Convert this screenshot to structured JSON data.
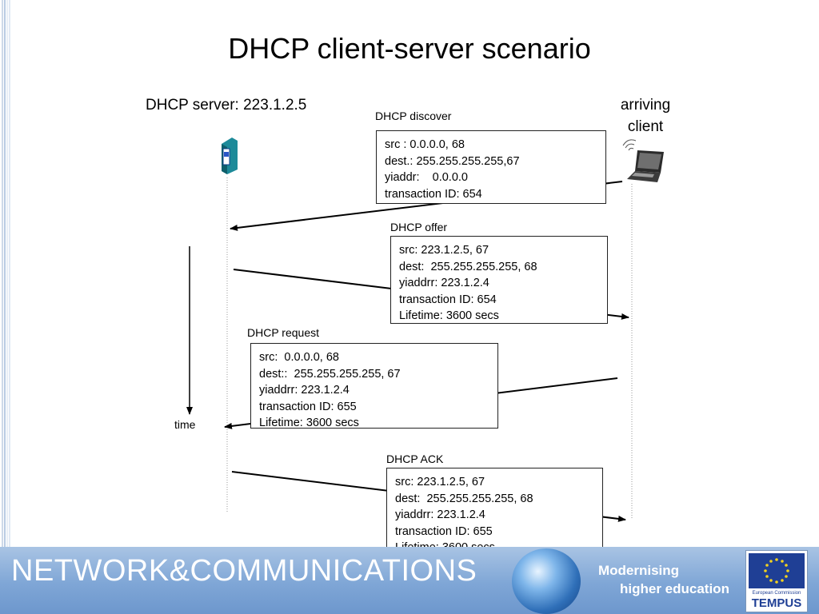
{
  "slide": {
    "title": "DHCP client-server scenario",
    "server_label": "DHCP server: 223.1.2.5",
    "client_label": "arriving client",
    "time_label": "time"
  },
  "messages": [
    {
      "name": "DHCP discover",
      "lines": [
        "src : 0.0.0.0, 68",
        "dest.: 255.255.255.255,67",
        "yiaddr:    0.0.0.0",
        "transaction ID: 654"
      ]
    },
    {
      "name": "DHCP offer",
      "lines": [
        "src: 223.1.2.5, 67",
        "dest:  255.255.255.255, 68",
        "yiaddrr: 223.1.2.4",
        "transaction ID: 654",
        "Lifetime: 3600 secs"
      ]
    },
    {
      "name": "DHCP request",
      "lines": [
        "src:  0.0.0.0, 68",
        "dest::  255.255.255.255, 67",
        "yiaddrr: 223.1.2.4",
        "transaction ID: 655",
        "Lifetime: 3600 secs"
      ]
    },
    {
      "name": "DHCP ACK",
      "lines": [
        "src: 223.1.2.5, 67",
        "dest:  255.255.255.255, 68",
        "yiaddrr: 223.1.2.4",
        "transaction ID: 655",
        "Lifetime: 3600 secs"
      ]
    }
  ],
  "footer": {
    "title": "NETWORK&COMMUNICATIONS",
    "subtitle_line1": "Modernising",
    "subtitle_line2": "higher education",
    "eu_small": "European Commission",
    "eu_brand": "TEMPUS"
  },
  "icons": {
    "server": "server-icon",
    "client": "laptop-icon",
    "globe": "globe-icon",
    "eu": "eu-flag-icon"
  },
  "colors": {
    "footer_band": "#7fa6d6",
    "eu_blue": "#1f3f95",
    "eu_star": "#f2d21e"
  }
}
